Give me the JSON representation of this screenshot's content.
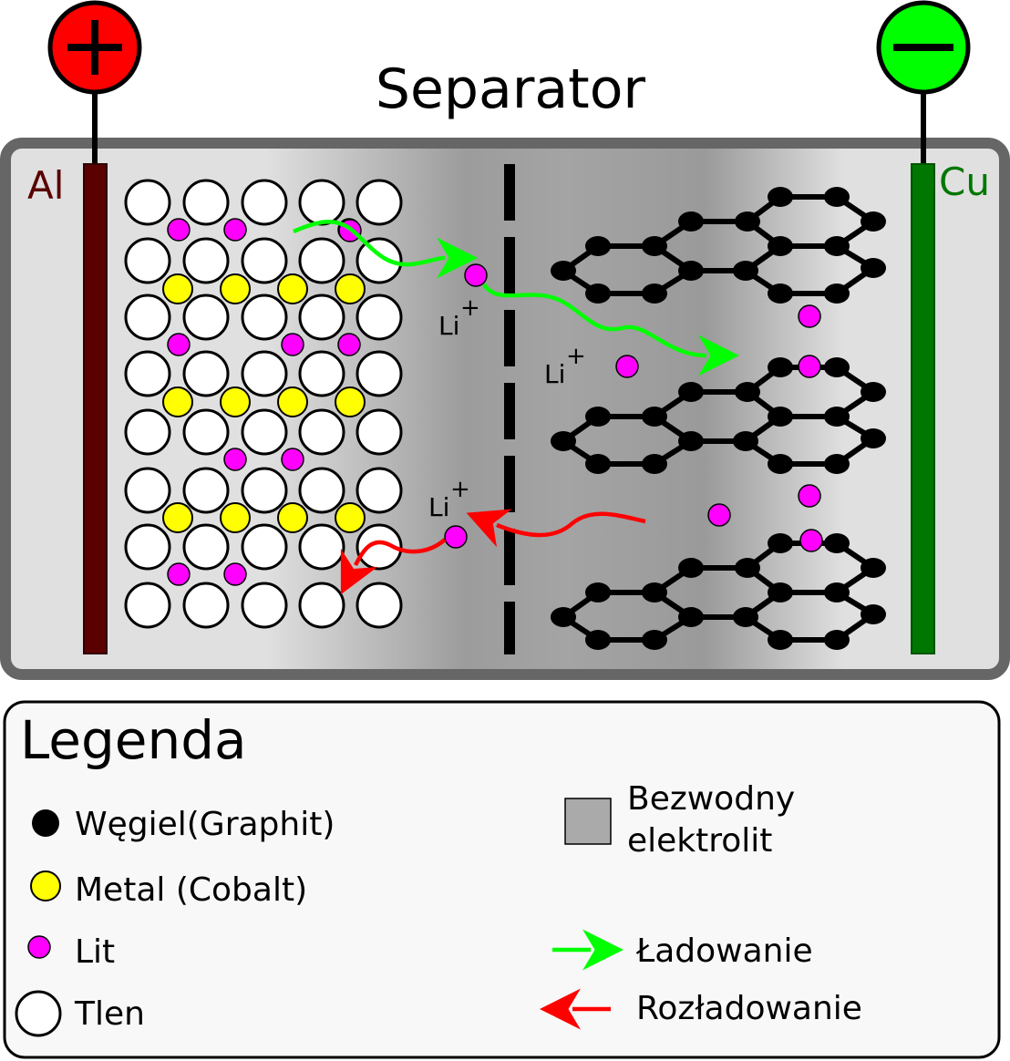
{
  "title": "Separator",
  "electrodes": {
    "positive": {
      "symbol": "+",
      "color": "#ff0000",
      "material": "Al",
      "material_color": "#5a0000"
    },
    "negative": {
      "symbol": "−",
      "color": "#00ff00",
      "material": "Cu",
      "material_color": "#007700"
    }
  },
  "ion_label": {
    "base": "Li",
    "charge": "+"
  },
  "legend": {
    "title": "Legenda",
    "items": [
      {
        "name": "carbon",
        "label": "Węgiel(Graphit)",
        "color": "#000000"
      },
      {
        "name": "metal",
        "label": "Metal (Cobalt)",
        "color": "#ffff00"
      },
      {
        "name": "lithium",
        "label": "Lit",
        "color": "#ff00ff"
      },
      {
        "name": "oxygen",
        "label": "Tlen",
        "color": "#ffffff"
      }
    ],
    "electrolyte": {
      "line1": "Bezwodny",
      "line2": "elektrolit",
      "color": "#aaaaaa"
    },
    "charging": {
      "label": "Ładowanie",
      "color": "#00ff00"
    },
    "discharging": {
      "label": "Rozładowanie",
      "color": "#ff0000"
    }
  }
}
